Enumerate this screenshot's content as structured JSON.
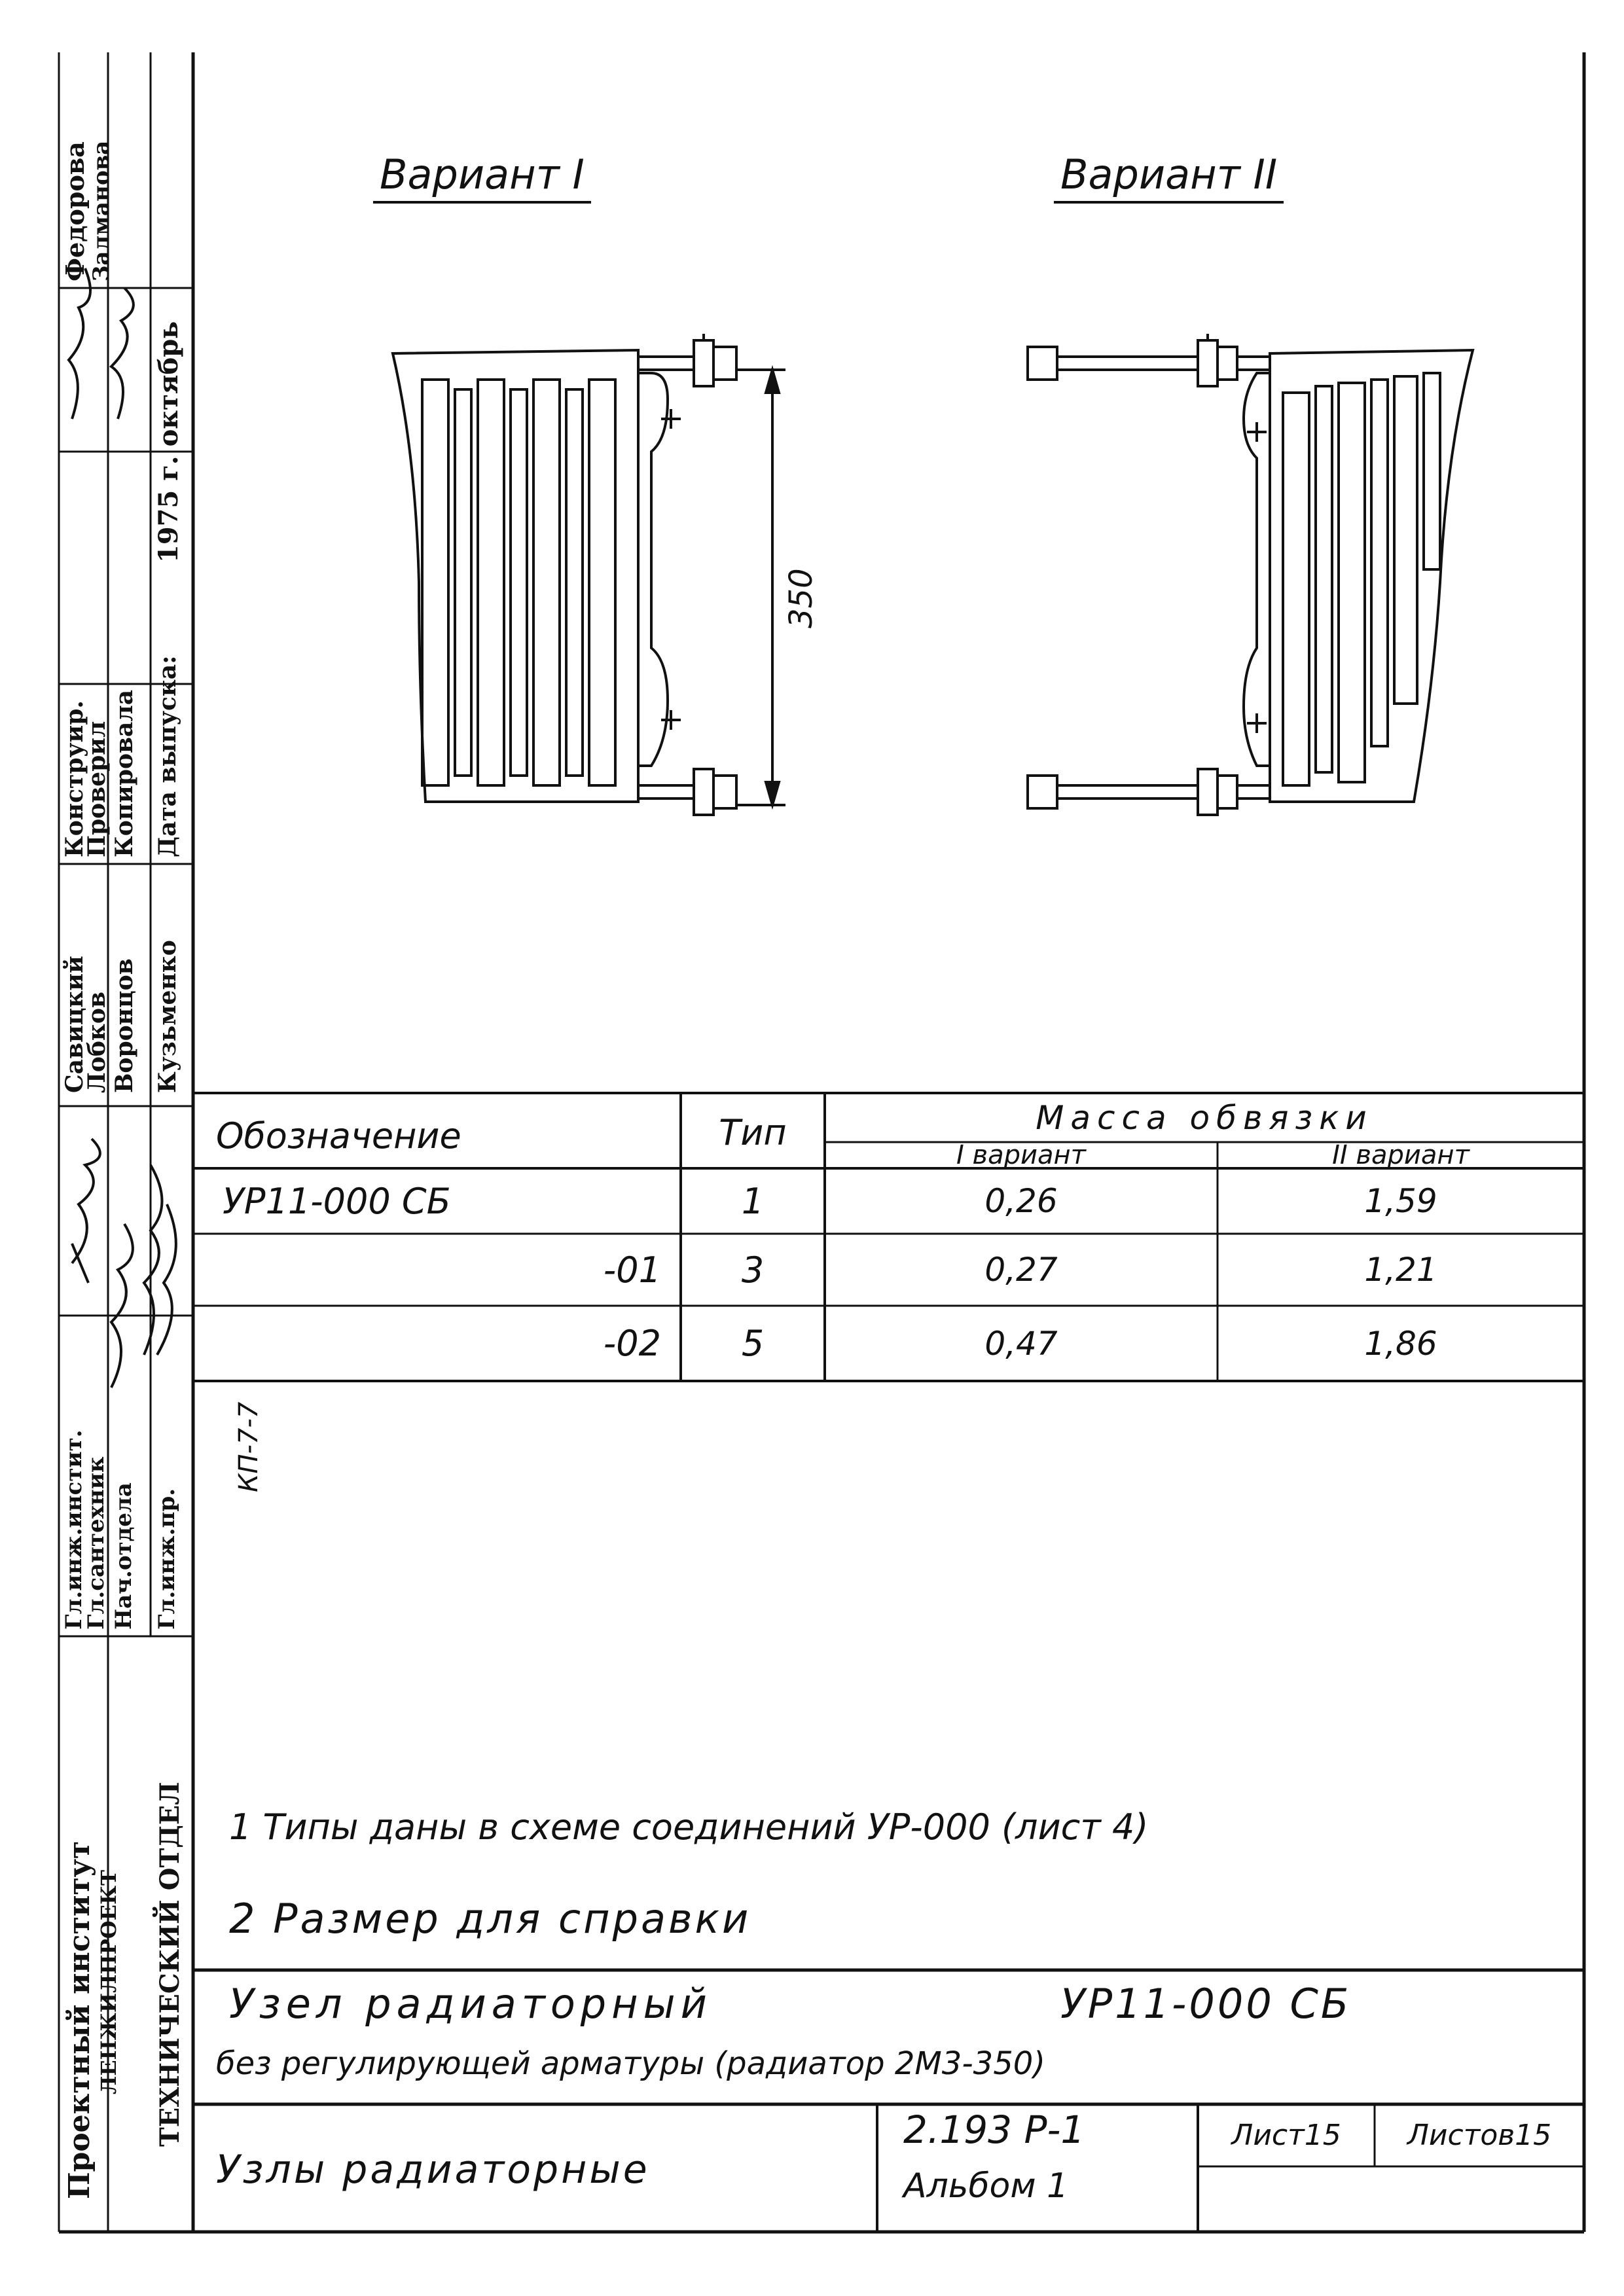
{
  "variants": {
    "v1": "Вариант I",
    "v2": "Вариант II"
  },
  "dimension": "350",
  "table": {
    "col_designation": "Обозначение",
    "col_type": "Тип",
    "col_mass": "Масса обвязки",
    "col_mass_v1": "I вариант",
    "col_mass_v2": "II вариант",
    "rows": [
      {
        "designation": "УР11-000 СБ",
        "type": "1",
        "v1": "0,26",
        "v2": "1,59"
      },
      {
        "designation": "-01",
        "type": "3",
        "v1": "0,27",
        "v2": "1,21"
      },
      {
        "designation": "-02",
        "type": "5",
        "v1": "0,47",
        "v2": "1,86"
      }
    ]
  },
  "notes": [
    "1 Типы даны в схеме соединений УР-000 (лист 4)",
    "2 Размер для справки"
  ],
  "title_block": {
    "title_line1": "Узел радиаторный",
    "code": "УР11-000 СБ",
    "title_line2": "без регулирующей арматуры (радиатор 2М3-350)",
    "album_name": "Узлы радиаторные",
    "doc_number": "2.193 Р-1",
    "album": "Альбом 1",
    "sheet": "Лист15",
    "sheets": "Листов15"
  },
  "side_stamp": {
    "roles_a": [
      "Гл.инж.инстит.",
      "Гл.сантехник",
      "Нач.отдела",
      "Гл.инж.пр."
    ],
    "names_a": [
      "Савицкий",
      "Лобков",
      "Воронцов",
      "Кузьменко"
    ],
    "roles_b": [
      "Конструир.",
      "Проверил",
      "Копировала",
      "Дата выпуска:"
    ],
    "names_b": [
      "Федорова",
      "Залманова"
    ],
    "date": "1975 г. октябрь",
    "org1": "Проектный институт",
    "org2": "ЛЕНЖИЛПРОЕКТ",
    "org3": "ТЕХНИЧЕСКИЙ ОТДЕЛ",
    "annotation": "КП-7-7"
  }
}
